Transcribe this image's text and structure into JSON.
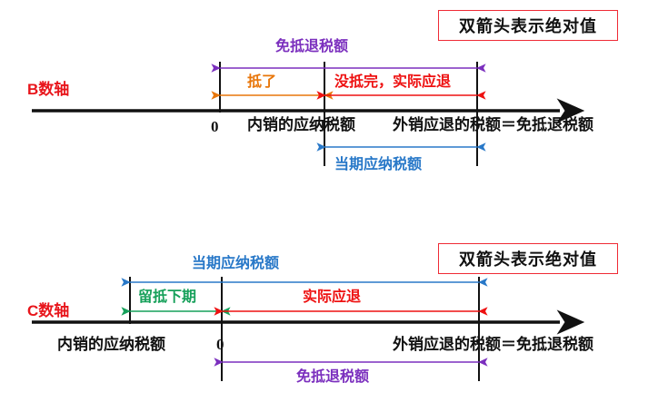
{
  "figure": {
    "title_note_top": "双箭头表示绝对值",
    "title_note_bottom": "双箭头表示绝对值",
    "colors": {
      "axis": "#111111",
      "axis_name": "#e8151b",
      "purple": "#7b2fbe",
      "orange": "#e8760a",
      "red": "#ee1111",
      "blue": "#2878c8",
      "green": "#16a05a",
      "note_border": "#ef2a35"
    }
  },
  "chart_top": {
    "axis_name": "B数轴",
    "zero_label": "0",
    "tick_labels": [
      "内销的应纳税额",
      "外销应退的税额＝免抵退税额"
    ],
    "arrows": [
      {
        "label": "免抵退税额",
        "color": "purple",
        "from": "0",
        "to": "外销应退的税额",
        "position": "above"
      },
      {
        "label": "抵了",
        "color": "orange",
        "from": "0",
        "to": "内销的应纳税额",
        "position": "above"
      },
      {
        "label": "没抵完，实际应退",
        "color": "red",
        "from": "内销的应纳税额",
        "to": "外销应退的税额",
        "position": "above"
      },
      {
        "label": "当期应纳税额",
        "color": "blue",
        "from": "内销的应纳税额",
        "to": "外销应退的税额",
        "position": "below"
      }
    ]
  },
  "chart_bottom": {
    "axis_name": "C数轴",
    "zero_label": "0",
    "tick_labels": [
      "内销的应纳税额",
      "外销应退的税额＝免抵退税额"
    ],
    "arrows": [
      {
        "label": "当期应纳税额",
        "color": "blue",
        "from": "内销的应纳税额",
        "to": "外销应退的税额",
        "position": "above"
      },
      {
        "label": "留抵下期",
        "color": "green",
        "from": "内销的应纳税额",
        "to": "0",
        "position": "above"
      },
      {
        "label": "实际应退",
        "color": "red",
        "from": "0",
        "to": "外销应退的税额",
        "position": "above"
      },
      {
        "label": "免抵退税额",
        "color": "purple",
        "from": "0",
        "to": "外销应退的税额",
        "position": "below"
      }
    ]
  }
}
